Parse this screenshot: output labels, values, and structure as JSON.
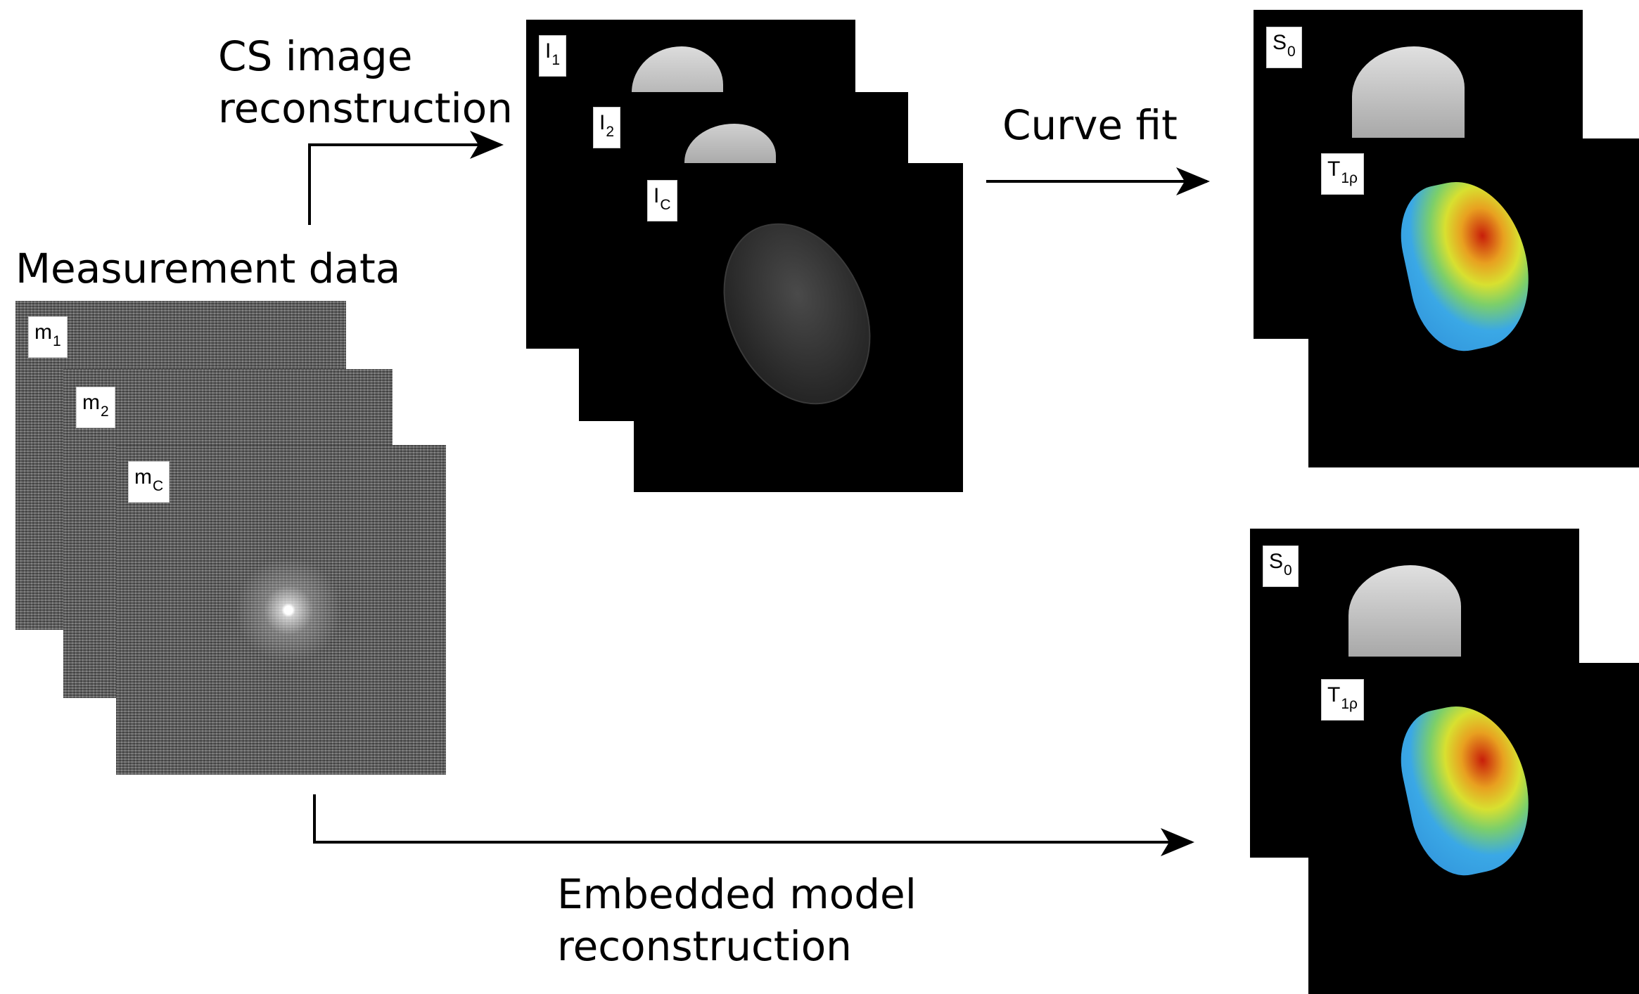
{
  "labels": {
    "cs_recon_line1": "CS image",
    "cs_recon_line2": "reconstruction",
    "curve_fit": "Curve fit",
    "measurement_data": "Measurement data",
    "embedded_line1": "Embedded model",
    "embedded_line2": "reconstruction"
  },
  "measurement_stack": [
    {
      "base": "m",
      "sub": "1"
    },
    {
      "base": "m",
      "sub": "2"
    },
    {
      "base": "m",
      "sub": "C"
    }
  ],
  "cs_image_stack": [
    {
      "base": "I",
      "sub": "1"
    },
    {
      "base": "I",
      "sub": "2"
    },
    {
      "base": "I",
      "sub": "C"
    }
  ],
  "curve_fit_maps": [
    {
      "base": "S",
      "sub": "0"
    },
    {
      "base": "T",
      "sub": "1ρ"
    }
  ],
  "embedded_maps": [
    {
      "base": "S",
      "sub": "0"
    },
    {
      "base": "T",
      "sub": "1ρ"
    }
  ],
  "colors": {
    "background": "#ffffff",
    "arrow": "#000000",
    "noise_base": "#6e6e6e",
    "map_low": "#3aa8e6",
    "map_mid": "#d8e030",
    "map_high": "#c81e0a"
  }
}
